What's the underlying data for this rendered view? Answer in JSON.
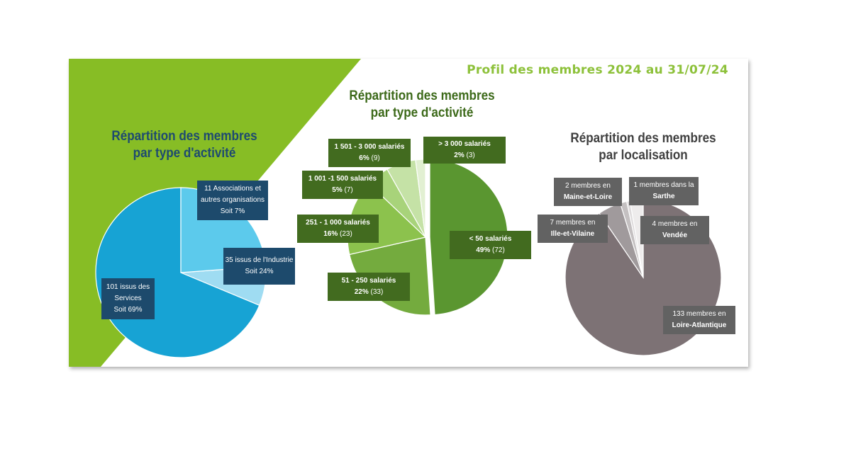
{
  "header": {
    "text": "Profil des membres 2024 au 31/07/24"
  },
  "colors": {
    "green_band": "#87bd25",
    "header_text": "#8dc13a",
    "title_blue": "#1e4a70",
    "title_green": "#3d6a1a",
    "title_gray": "#3f3f3f",
    "label_blue": "#1d4a6c",
    "label_green": "#426b1f",
    "label_gray": "#626262"
  },
  "chart_data": [
    {
      "type": "pie",
      "title": "Répartition des membres\npar type d'activité",
      "series": [
        {
          "name": "101 issus des Services",
          "label_lines": [
            "101 issus des",
            "Services",
            "Soit 69%"
          ],
          "value": 101,
          "percent": 69,
          "color": "#17a3d4"
        },
        {
          "name": "11 Associations et autres organisations",
          "label_lines": [
            "11 Associations et",
            "autres organisations",
            "Soit 7%"
          ],
          "value": 11,
          "percent": 7,
          "color": "#9fdcf2"
        },
        {
          "name": "35 issus de l'Industrie",
          "label_lines": [
            "35 issus de l'Industrie",
            "Soit 24%"
          ],
          "value": 35,
          "percent": 24,
          "color": "#5ccaec"
        }
      ]
    },
    {
      "type": "pie",
      "title": "Répartition des membres\npar type d'activité",
      "series": [
        {
          "name": "< 50  salariés",
          "pct_text": "49%",
          "count_text": "(72)",
          "value": 72,
          "percent": 49,
          "color": "#5a9630"
        },
        {
          "name": "51 - 250  salariés",
          "pct_text": "22%",
          "count_text": "(33)",
          "value": 33,
          "percent": 22,
          "color": "#74ab3e"
        },
        {
          "name": "251 - 1 000 salariés",
          "pct_text": "16%",
          "count_text": "(23)",
          "value": 23,
          "percent": 16,
          "color": "#8cc24d"
        },
        {
          "name": "1 001 -1 500  salariés",
          "pct_text": "5%",
          "count_text": "(7)",
          "value": 7,
          "percent": 5,
          "color": "#a8d37a"
        },
        {
          "name": "1 501 - 3 000 salariés",
          "pct_text": "6%",
          "count_text": "(9)",
          "value": 9,
          "percent": 6,
          "color": "#c5e2a6"
        },
        {
          "name": "> 3 000 salariés",
          "pct_text": "2%",
          "count_text": "(3)",
          "value": 3,
          "percent": 2,
          "color": "#e2f0d2"
        }
      ]
    },
    {
      "type": "pie",
      "title": "Répartition des membres\npar localisation",
      "series": [
        {
          "name": "Loire-Atlantique",
          "label_top": "133 membres en",
          "label_bottom": "Loire-Atlantique",
          "value": 133,
          "color": "#7d7275"
        },
        {
          "name": "Ille-et-Vilaine",
          "label_top": "7 membres en",
          "label_bottom": "Ille-et-Vilaine",
          "value": 7,
          "color": "#a09a9c"
        },
        {
          "name": "Maine-et-Loire",
          "label_top": "2 membres en",
          "label_bottom": "Maine-et-Loire",
          "value": 2,
          "color": "#c4c0c1"
        },
        {
          "name": "Sarthe",
          "label_top": "1 membres dans la",
          "label_bottom": "Sarthe",
          "value": 1,
          "color": "#dedbdc"
        },
        {
          "name": "Vendée",
          "label_top": "4 membres en",
          "label_bottom": "Vendée",
          "value": 4,
          "color": "#eeecec"
        }
      ]
    }
  ]
}
